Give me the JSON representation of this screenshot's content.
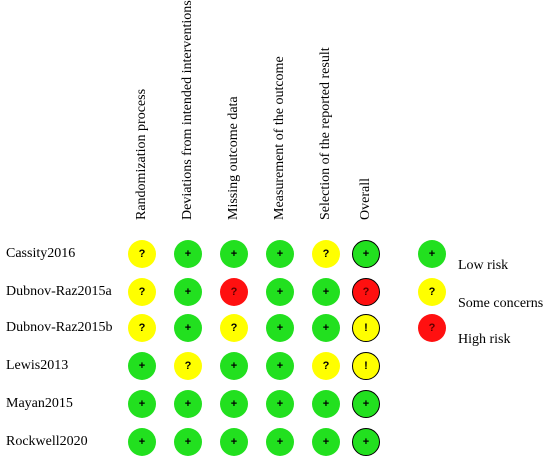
{
  "domains": [
    "Randomization process",
    "Deviations from intended interventions",
    "Missing outcome data",
    "Measurement of the outcome",
    "Selection of the reported result",
    "Overall"
  ],
  "studies": [
    {
      "name": "Cassity2016",
      "ratings": [
        "some",
        "low",
        "low",
        "low",
        "some",
        "low"
      ]
    },
    {
      "name": "Dubnov-Raz2015a",
      "ratings": [
        "some",
        "low",
        "high",
        "low",
        "low",
        "high"
      ]
    },
    {
      "name": "Dubnov-Raz2015b",
      "ratings": [
        "some",
        "low",
        "some",
        "low",
        "low",
        "some"
      ]
    },
    {
      "name": "Lewis2013",
      "ratings": [
        "low",
        "some",
        "low",
        "low",
        "some",
        "some"
      ]
    },
    {
      "name": "Mayan2015",
      "ratings": [
        "low",
        "low",
        "low",
        "low",
        "low",
        "low"
      ]
    },
    {
      "name": "Rockwell2020",
      "ratings": [
        "low",
        "low",
        "low",
        "low",
        "low",
        "low"
      ]
    }
  ],
  "rating_styles": {
    "low": {
      "symbol": "+",
      "color": "#22e01f",
      "text_color": "#000000"
    },
    "some": {
      "symbol": "?",
      "color": "#ffff00",
      "text_color": "#000000"
    },
    "high": {
      "symbol": "?",
      "color": "#ff1010",
      "text_color": "#5a0000"
    }
  },
  "overall_symbols": {
    "low": "+",
    "some": "!",
    "high": "?"
  },
  "legend": [
    {
      "key": "low",
      "label": "Low risk"
    },
    {
      "key": "some",
      "label": "Some concerns"
    },
    {
      "key": "high",
      "label": "High risk"
    }
  ]
}
